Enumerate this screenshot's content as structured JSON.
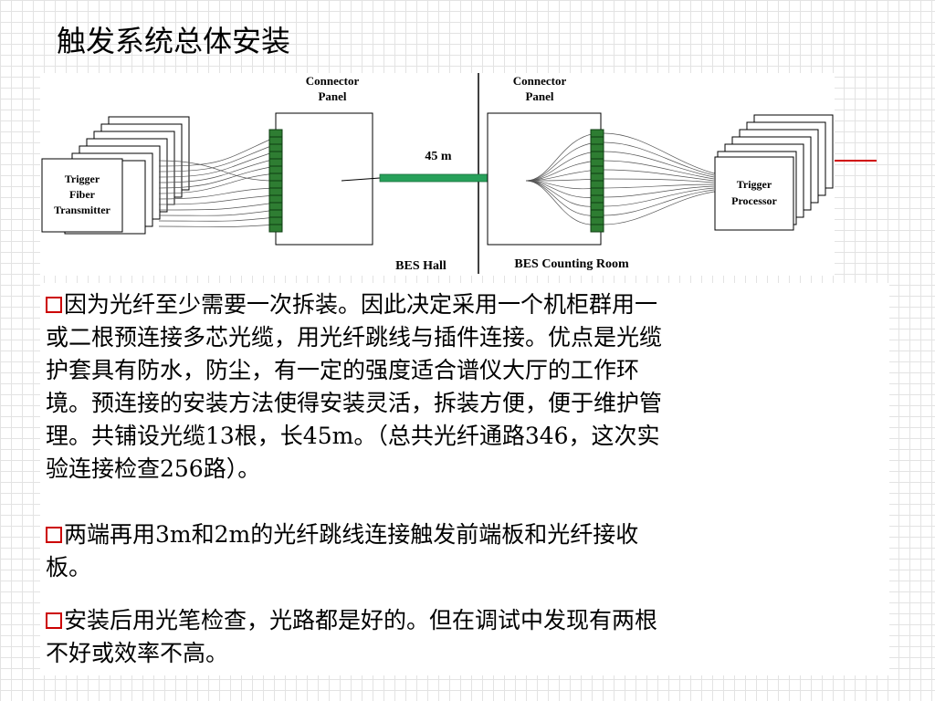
{
  "title": "触发系统总体安装",
  "diagram": {
    "connector_panel_left": [
      "Connector",
      "Panel"
    ],
    "connector_panel_right": [
      "Connector",
      "Panel"
    ],
    "transmitter": [
      "Trigger",
      "Fiber",
      "Transmitter"
    ],
    "processor": [
      "Trigger",
      "Processor"
    ],
    "cable_length": "45 m",
    "hall_label": "BES Hall",
    "counting_room_label": "BES Counting Room",
    "colors": {
      "connector": "#2e7d32",
      "cable": "#27a05a",
      "accent_line": "#d00000",
      "bullet_border": "#cc0000"
    }
  },
  "bullets": [
    {
      "icon": "square-bullet-icon",
      "lines": [
        "因为光纤至少需要一次拆装。因此决定采用一个机柜群用一",
        "或二根预连接多芯光缆，用光纤跳线与插件连接。优点是光缆",
        "护套具有防水，防尘，有一定的强度适合谱仪大厅的工作环",
        "境。预连接的安装方法使得安装灵活，拆装方便，便于维护管",
        "理。共铺设光缆13根，长45m。（总共光纤通路346，这次实",
        "验连接检查256路）。"
      ]
    },
    {
      "icon": "square-bullet-icon",
      "lines": [
        "两端再用3m和2m的光纤跳线连接触发前端板和光纤接收",
        "板。"
      ]
    },
    {
      "icon": "square-bullet-icon",
      "lines": [
        "安装后用光笔检查，光路都是好的。但在调试中发现有两根",
        "不好或效率不高。"
      ]
    }
  ]
}
